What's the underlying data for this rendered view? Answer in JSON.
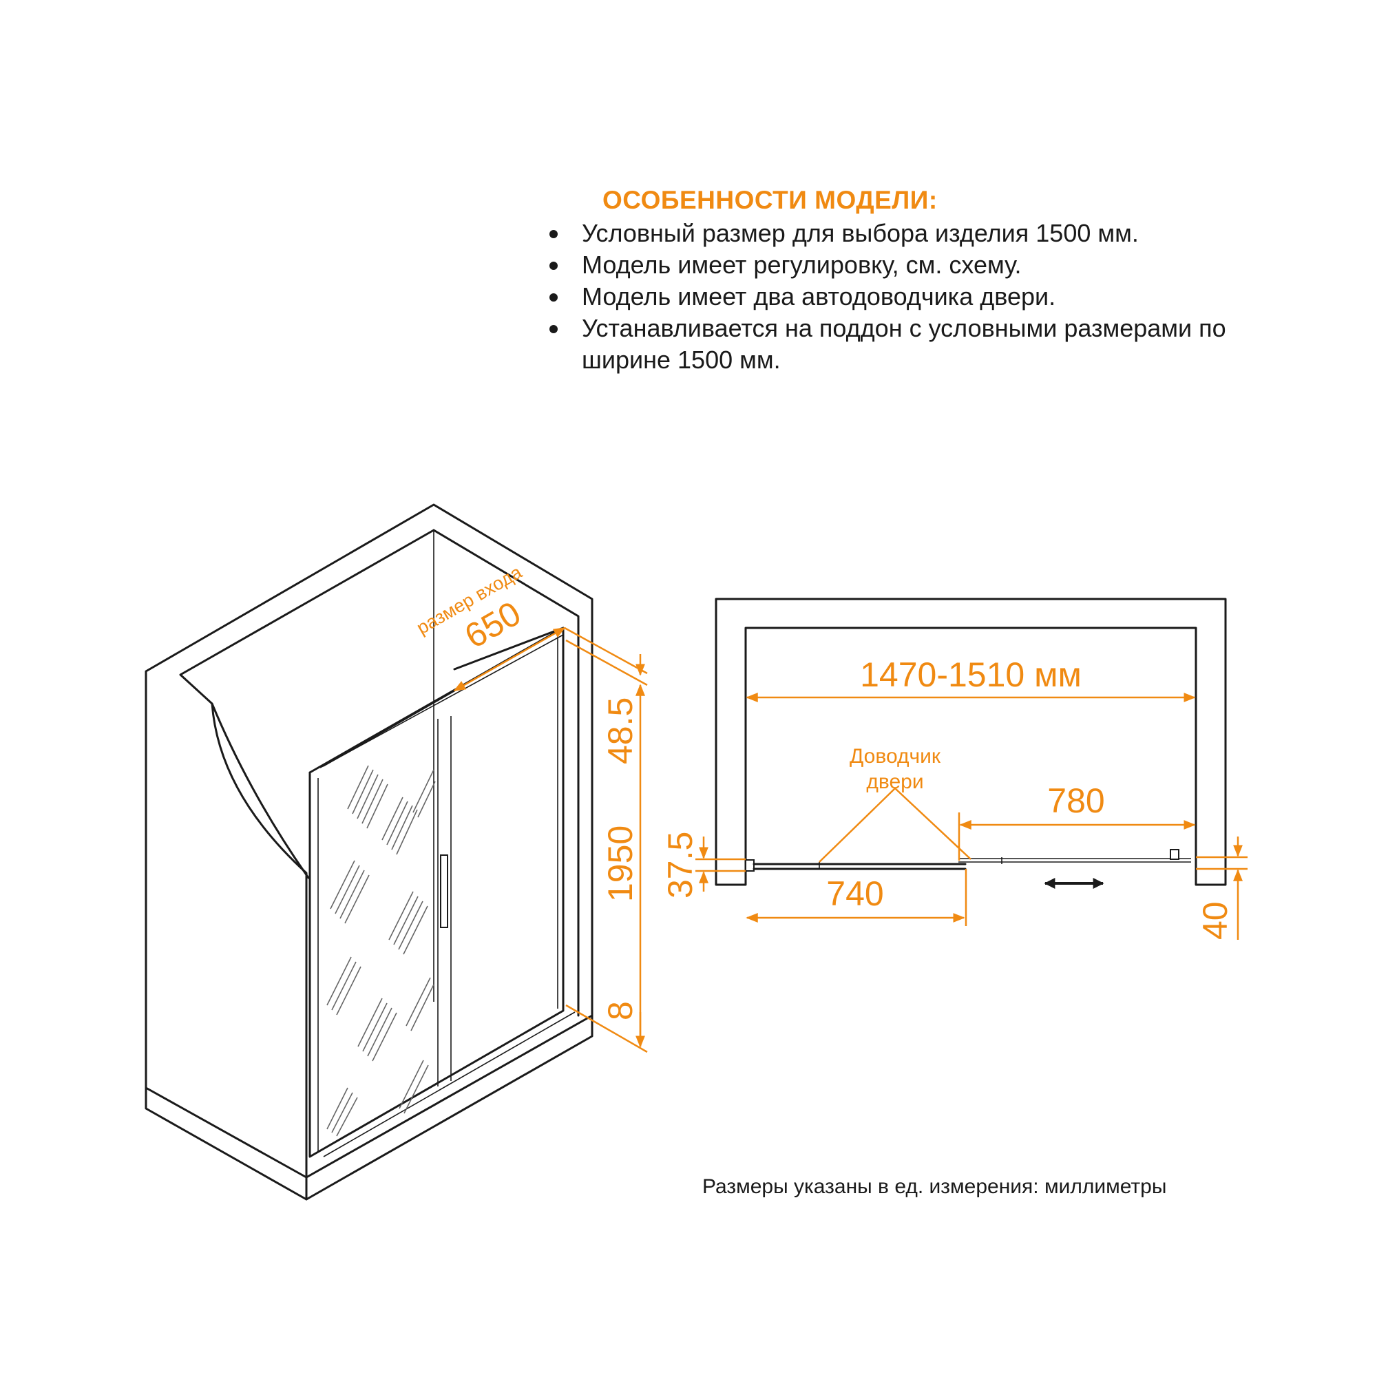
{
  "features": {
    "title": "ОСОБЕННОСТИ МОДЕЛИ:",
    "items": [
      "Условный размер для выбора изделия 1500 мм.",
      "Модель имеет регулировку, см. схему.",
      "Модель имеет два автодоводчика двери.",
      "Устанавливается на поддон с условными размерами по ширине 1500 мм."
    ]
  },
  "iso_view": {
    "entrance_label": "размер входа",
    "entrance": "650",
    "top_gap": "48.5",
    "height": "1950",
    "bottom_gap": "8"
  },
  "plan_view": {
    "width": "1470-1510 мм",
    "closer_label_1": "Доводчик",
    "closer_label_2": "двери",
    "fixed_panel": "780",
    "door_panel": "740",
    "depth_left": "37.5",
    "depth_right": "40"
  },
  "note": "Размеры указаны в ед. измерения: миллиметры",
  "colors": {
    "accent": "#f08a12",
    "line": "#1a1a1a"
  }
}
